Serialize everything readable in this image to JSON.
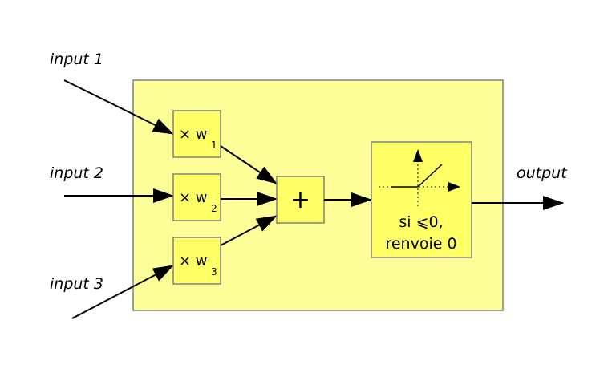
{
  "diagram": {
    "title": "Artificial neuron",
    "inputs": [
      {
        "label": "input 1"
      },
      {
        "label": "input 2"
      },
      {
        "label": "input 3"
      }
    ],
    "weights": [
      {
        "prefix": "× w",
        "index": "1"
      },
      {
        "prefix": "× w",
        "index": "2"
      },
      {
        "prefix": "× w",
        "index": "3"
      }
    ],
    "sum": {
      "symbol": "+"
    },
    "activation": {
      "line1": "si ⩽0,",
      "line2": "renvoie 0",
      "icon": "relu-graph-icon"
    },
    "output": {
      "label": "output"
    },
    "colors": {
      "outer_fill": "#ffff99",
      "inner_fill": "#ffff66",
      "border": "#808080",
      "arrow": "#000000"
    }
  }
}
